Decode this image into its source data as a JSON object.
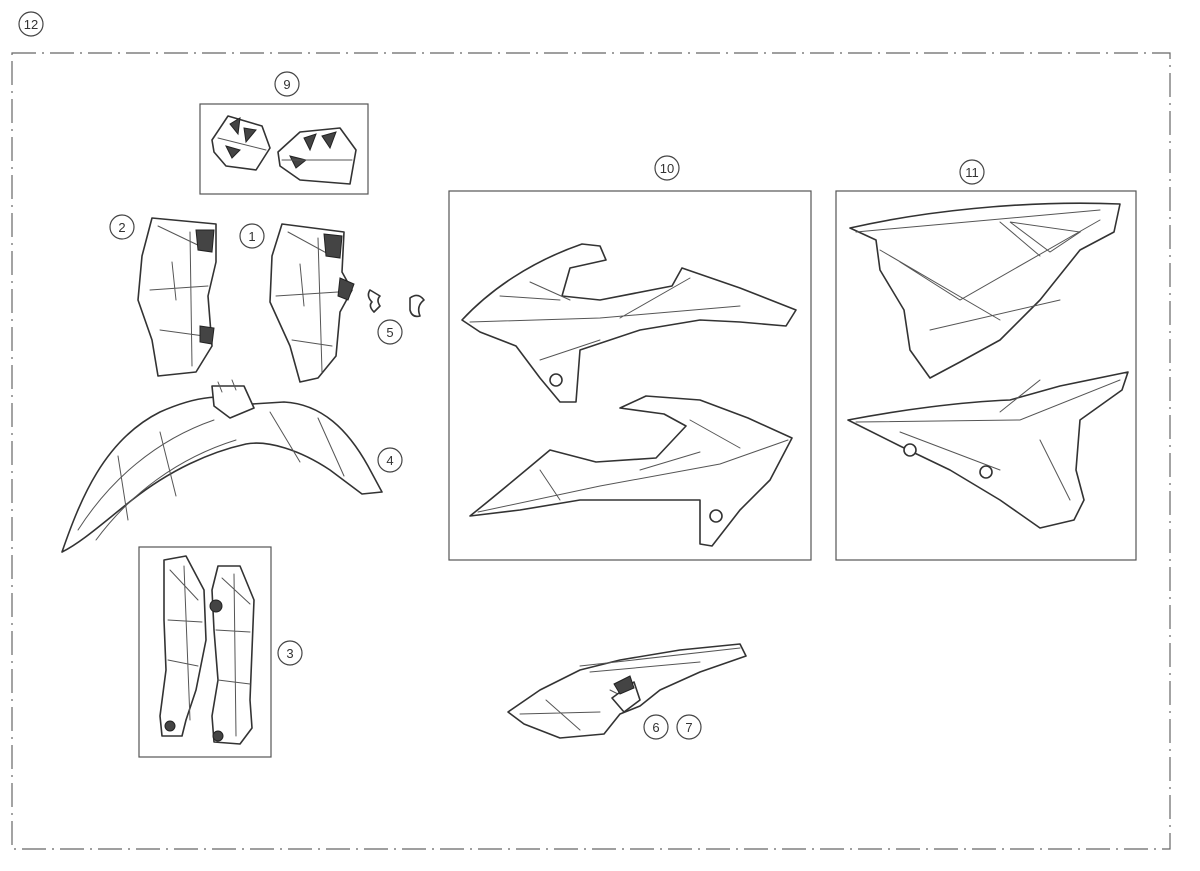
{
  "callouts": {
    "c1": "1",
    "c2": "2",
    "c3": "3",
    "c4": "4",
    "c5": "5",
    "c6": "6",
    "c7": "7",
    "c9": "9",
    "c10": "10",
    "c11": "11",
    "c12": "12"
  }
}
